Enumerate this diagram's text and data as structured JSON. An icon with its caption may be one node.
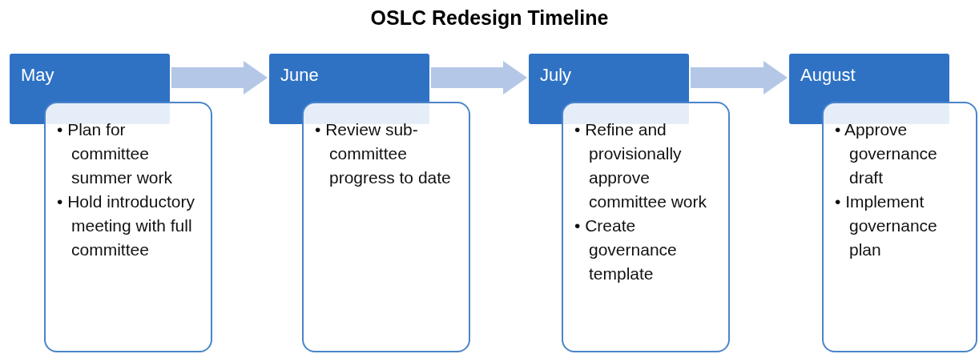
{
  "diagram": {
    "title": "OSLC Redesign Timeline",
    "nodes": [
      {
        "text": [
          "May"
        ]
      },
      {
        "text": [
          "• Plan for committee summer work",
          "• Hold introductory meeting with full committee"
        ]
      },
      {
        "text": [
          "June"
        ]
      },
      {
        "text": [
          "• Review sub-committee progress to date"
        ]
      },
      {
        "text": [
          "July"
        ]
      },
      {
        "text": [
          "• Refine and provisionally approve committee work",
          "• Create governance template"
        ]
      },
      {
        "text": [
          "August"
        ]
      },
      {
        "text": [
          "• Approve governance draft",
          "• Implement governance plan"
        ]
      }
    ],
    "edges": [
      {
        "from": 0,
        "to": 2,
        "arrow": "to",
        "color": "#b4c7e7"
      },
      {
        "from": 2,
        "to": 4,
        "arrow": "to",
        "color": "#b4c7e7"
      },
      {
        "from": 4,
        "to": 6,
        "arrow": "to",
        "color": "#b4c7e7"
      }
    ]
  }
}
